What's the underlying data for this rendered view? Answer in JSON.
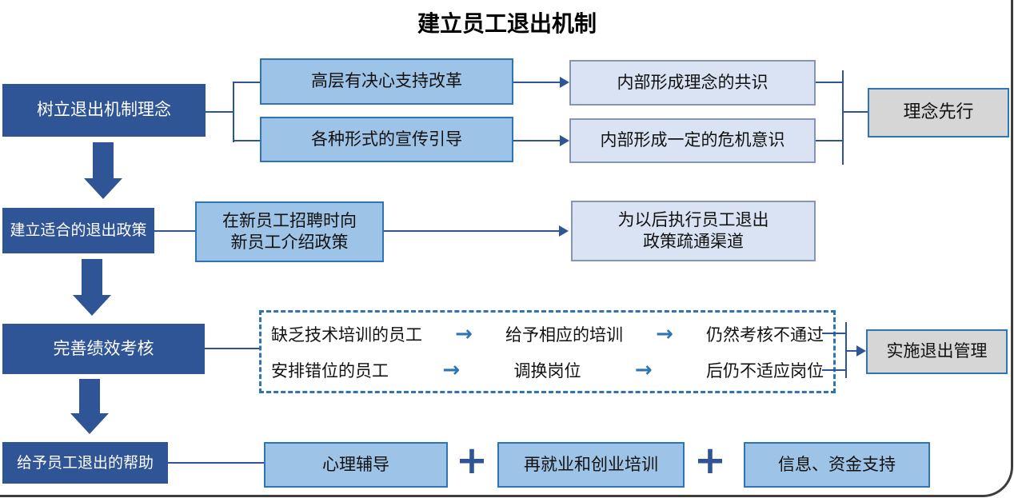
{
  "title": "建立员工退出机制",
  "colors": {
    "dark_blue": "#2F5597",
    "medium_blue_fill": "#9DC3E6",
    "medium_blue_border": "#2E75B6",
    "light_blue_fill": "#DAE3F3",
    "light_blue_border": "#8496B0",
    "gray_fill": "#D6D6D6",
    "connector": "#2F5597",
    "dashed_border": "#2E75B6",
    "frame_line": "#3d3d3d"
  },
  "stage1": {
    "label": "树立退出机制理念",
    "branch1": {
      "cause": "高层有决心支持改革",
      "effect": "内部形成理念的共识"
    },
    "branch2": {
      "cause": "各种形式的宣传引导",
      "effect": "内部形成一定的危机意识"
    },
    "outcome": "理念先行"
  },
  "stage2": {
    "label": "建立适合的退出政策",
    "action": {
      "line1": "在新员工招聘时向",
      "line2": "新员工介绍政策"
    },
    "effect": {
      "line1": "为以后执行员工退出",
      "line2": "政策疏通渠道"
    }
  },
  "stage3": {
    "label": "完善绩效考核",
    "arrow_glyph": "→",
    "case1": {
      "step1": "缺乏技术培训的员工",
      "step2": "给予相应的培训",
      "step3": "仍然考核不通过"
    },
    "case2": {
      "step1": "安排错位的员工",
      "step2": "调换岗位",
      "step3": "后仍不适应岗位"
    },
    "outcome": "实施退出管理"
  },
  "stage4": {
    "label": "给予员工退出的帮助",
    "plus": "+",
    "supports": [
      "心理辅导",
      "再就业和创业培训",
      "信息、资金支持"
    ]
  }
}
